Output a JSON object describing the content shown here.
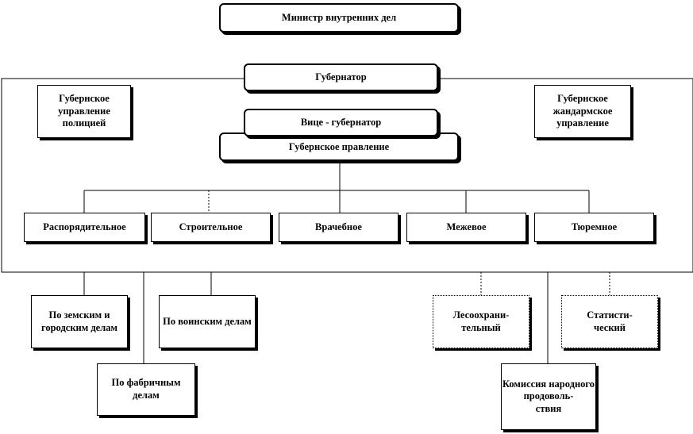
{
  "nodes": {
    "minister": "Министр внутренних дел",
    "governor": "Губернатор",
    "police": "Губернское управление полицией",
    "gendarme": "Губернское жандармское управление",
    "vice_governor": "Вице - губернатор",
    "board": "Губернское правление",
    "departments": {
      "administrative": "Распорядительное",
      "construction": "Строительное",
      "medical": "Врачебное",
      "survey": "Межевое",
      "prison": "Тюремное"
    },
    "offices": {
      "zemstvo": "По земским и городским делам",
      "military": "По воинским делам",
      "factory": "По фабричным делам",
      "forest": "Лесоохрани-\nтельный",
      "statistics": "Статисти-\nческий",
      "food": "Комиссия народного продоволь-\nствия"
    }
  }
}
